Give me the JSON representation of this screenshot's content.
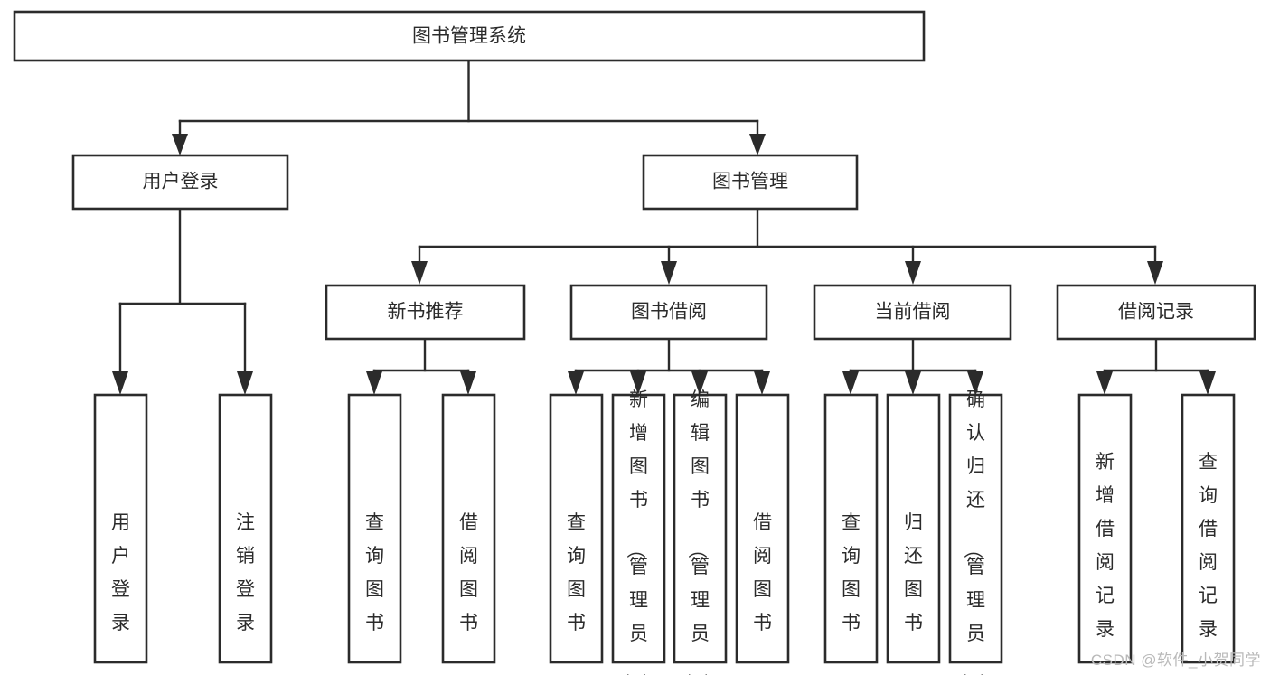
{
  "diagram": {
    "title": "图书管理系统",
    "type": "tree-hierarchy-diagram",
    "watermark": "CSDN @软件_小贺同学",
    "colors": {
      "stroke": "#2b2b2b",
      "fill": "#ffffff",
      "background": "#ffffff",
      "watermark": "#b9b9b9"
    },
    "levels": {
      "root": {
        "label": "图书管理系统"
      },
      "level2": [
        {
          "label": "用户登录"
        },
        {
          "label": "图书管理"
        }
      ],
      "level3": [
        {
          "label": "新书推荐"
        },
        {
          "label": "图书借阅"
        },
        {
          "label": "当前借阅"
        },
        {
          "label": "借阅记录"
        }
      ],
      "leaves": [
        {
          "label": "用户登录",
          "parent": "用户登录"
        },
        {
          "label": "注销登录",
          "parent": "用户登录"
        },
        {
          "label": "查询图书",
          "parent": "新书推荐"
        },
        {
          "label": "借阅图书",
          "parent": "新书推荐"
        },
        {
          "label": "查询图书",
          "parent": "图书借阅"
        },
        {
          "label": "新增图书（管理员）",
          "parent": "图书借阅"
        },
        {
          "label": "编辑图书（管理员）",
          "parent": "图书借阅"
        },
        {
          "label": "借阅图书",
          "parent": "图书借阅"
        },
        {
          "label": "查询图书",
          "parent": "当前借阅"
        },
        {
          "label": "归还图书",
          "parent": "当前借阅"
        },
        {
          "label": "确认归还（管理员）",
          "parent": "当前借阅"
        },
        {
          "label": "新增借阅记录",
          "parent": "借阅记录"
        },
        {
          "label": "查询借阅记录",
          "parent": "借阅记录"
        }
      ]
    }
  }
}
